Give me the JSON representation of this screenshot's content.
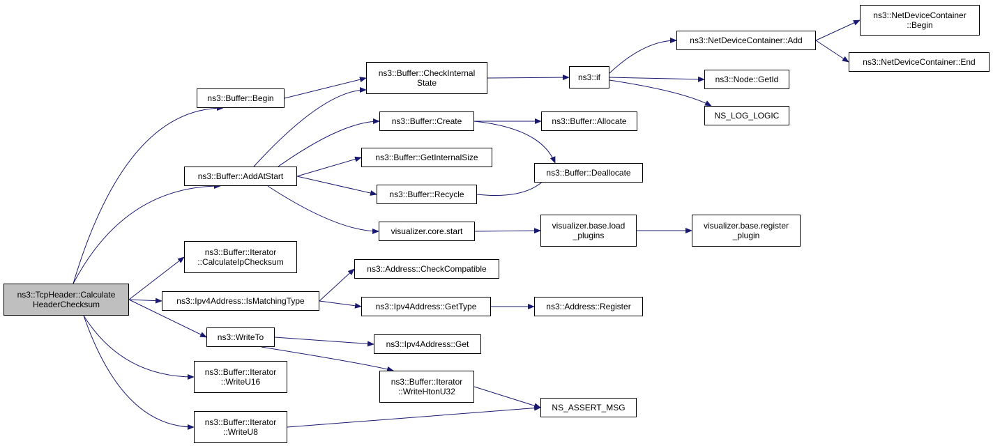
{
  "colors": {
    "edge": "#191970",
    "node_border": "#000000",
    "root_fill": "#bfbfbf",
    "node_fill": "#ffffff"
  },
  "nodes": [
    {
      "id": "n0",
      "lines": [
        "ns3::TcpHeader::Calculate",
        "HeaderChecksum"
      ],
      "root": true
    },
    {
      "id": "n1",
      "lines": [
        "ns3::Buffer::Begin"
      ]
    },
    {
      "id": "n2",
      "lines": [
        "ns3::Buffer::AddAtStart"
      ]
    },
    {
      "id": "n3",
      "lines": [
        "ns3::Buffer::Iterator",
        "::CalculateIpChecksum"
      ]
    },
    {
      "id": "n4",
      "lines": [
        "ns3::Ipv4Address::IsMatchingType"
      ]
    },
    {
      "id": "n5",
      "lines": [
        "ns3::WriteTo"
      ]
    },
    {
      "id": "n6",
      "lines": [
        "ns3::Buffer::Iterator",
        "::WriteU16"
      ]
    },
    {
      "id": "n7",
      "lines": [
        "ns3::Buffer::Iterator",
        "::WriteU8"
      ]
    },
    {
      "id": "n8",
      "lines": [
        "ns3::Buffer::CheckInternal",
        "State"
      ]
    },
    {
      "id": "n9",
      "lines": [
        "ns3::Buffer::Create"
      ]
    },
    {
      "id": "n10",
      "lines": [
        "ns3::Buffer::GetInternalSize"
      ]
    },
    {
      "id": "n11",
      "lines": [
        "ns3::Buffer::Recycle"
      ]
    },
    {
      "id": "n12",
      "lines": [
        "visualizer.core.start"
      ]
    },
    {
      "id": "n13",
      "lines": [
        "ns3::Address::CheckCompatible"
      ]
    },
    {
      "id": "n14",
      "lines": [
        "ns3::Ipv4Address::GetType"
      ]
    },
    {
      "id": "n15",
      "lines": [
        "ns3::Ipv4Address::Get"
      ]
    },
    {
      "id": "n16",
      "lines": [
        "ns3::Buffer::Iterator",
        "::WriteHtonU32"
      ]
    },
    {
      "id": "n17",
      "lines": [
        "ns3::if"
      ]
    },
    {
      "id": "n18",
      "lines": [
        "ns3::Buffer::Allocate"
      ]
    },
    {
      "id": "n19",
      "lines": [
        "ns3::Buffer::Deallocate"
      ]
    },
    {
      "id": "n20",
      "lines": [
        "visualizer.base.load",
        "_plugins"
      ]
    },
    {
      "id": "n21",
      "lines": [
        "ns3::Address::Register"
      ]
    },
    {
      "id": "n22",
      "lines": [
        "NS_ASSERT_MSG"
      ]
    },
    {
      "id": "n23",
      "lines": [
        "ns3::NetDeviceContainer::Add"
      ]
    },
    {
      "id": "n24",
      "lines": [
        "ns3::Node::GetId"
      ]
    },
    {
      "id": "n25",
      "lines": [
        "NS_LOG_LOGIC"
      ]
    },
    {
      "id": "n26",
      "lines": [
        "visualizer.base.register",
        "_plugin"
      ]
    },
    {
      "id": "n27",
      "lines": [
        "ns3::NetDeviceContainer",
        "::Begin"
      ]
    },
    {
      "id": "n28",
      "lines": [
        "ns3::NetDeviceContainer::End"
      ]
    }
  ],
  "edges": [
    [
      "n0",
      "n1"
    ],
    [
      "n0",
      "n2"
    ],
    [
      "n0",
      "n3"
    ],
    [
      "n0",
      "n4"
    ],
    [
      "n0",
      "n5"
    ],
    [
      "n0",
      "n6"
    ],
    [
      "n0",
      "n7"
    ],
    [
      "n1",
      "n8"
    ],
    [
      "n2",
      "n8"
    ],
    [
      "n2",
      "n9"
    ],
    [
      "n2",
      "n10"
    ],
    [
      "n2",
      "n11"
    ],
    [
      "n2",
      "n12"
    ],
    [
      "n4",
      "n13"
    ],
    [
      "n4",
      "n14"
    ],
    [
      "n5",
      "n15"
    ],
    [
      "n5",
      "n16"
    ],
    [
      "n7",
      "n22"
    ],
    [
      "n8",
      "n17"
    ],
    [
      "n9",
      "n18"
    ],
    [
      "n9",
      "n19"
    ],
    [
      "n11",
      "n19"
    ],
    [
      "n12",
      "n20"
    ],
    [
      "n14",
      "n21"
    ],
    [
      "n16",
      "n22"
    ],
    [
      "n17",
      "n23"
    ],
    [
      "n17",
      "n24"
    ],
    [
      "n17",
      "n25"
    ],
    [
      "n20",
      "n26"
    ],
    [
      "n23",
      "n27"
    ],
    [
      "n23",
      "n28"
    ]
  ]
}
